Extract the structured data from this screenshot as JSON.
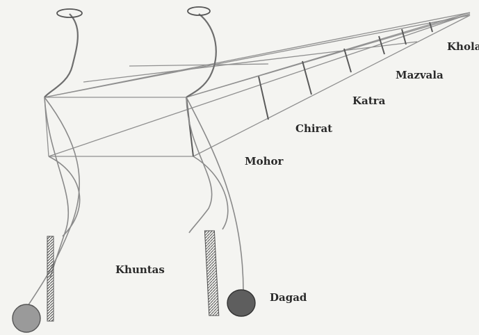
{
  "labels": {
    "khola": "Khola",
    "mazvala": "Mazvala",
    "katra": "Katra",
    "chirat": "Chirat",
    "mohor": "Mohor",
    "khuntas": "Khuntas",
    "dagad": "Dagad"
  },
  "colors": {
    "paper": "#f4f4f1",
    "pencil": "#8a8a8a",
    "dark_pencil": "#555555",
    "label": "#2a2a2a"
  }
}
